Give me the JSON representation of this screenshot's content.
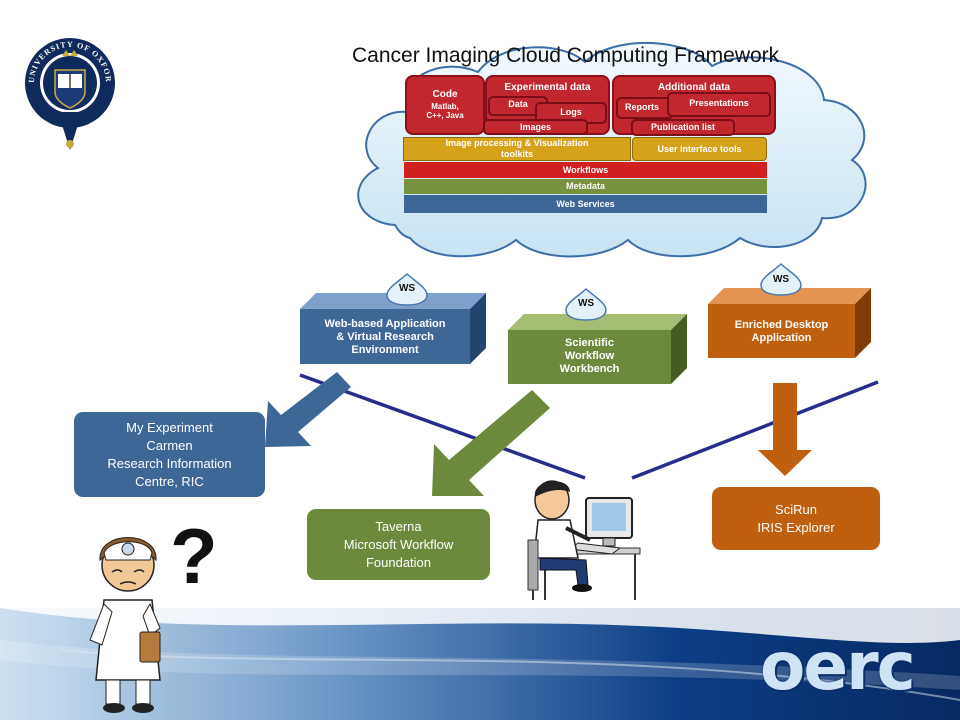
{
  "title": "Cancer Imaging Cloud Computing Framework",
  "cloud": {
    "code": {
      "title": "Code",
      "langs1": "Matlab,",
      "langs2": "C++, Java"
    },
    "experimental_data": {
      "title": "Experimental data",
      "data": "Data",
      "logs": "Logs",
      "images": "Images"
    },
    "additional_data": {
      "title": "Additional data",
      "reports": "Reports",
      "presentations": "Presentations",
      "publication_list": "Publication list"
    },
    "toolkits": {
      "line1": "Image processing & Visualization",
      "line2": "toolkits"
    },
    "ui_tools": "User interface tools",
    "workflows": "Workflows",
    "metadata": "Metadata",
    "web_services": "Web Services"
  },
  "ws_label": "WS",
  "cubes": {
    "web_app": {
      "line1": "Web-based Application",
      "line2": "& Virtual Research",
      "line3": "Environment"
    },
    "workbench": {
      "line1": "Scientific",
      "line2": "Workflow",
      "line3": "Workbench"
    },
    "desktop": {
      "line1": "Enriched Desktop",
      "line2": "Application"
    }
  },
  "results": {
    "my_experiment": {
      "line1": "My Experiment",
      "line2": "Carmen",
      "line3": "Research Information",
      "line4": "Centre, RIC"
    },
    "taverna": {
      "line1": "Taverna",
      "line2": "Microsoft Workflow",
      "line3": "Foundation"
    },
    "sciRun": {
      "line1": "SciRun",
      "line2": "IRIS Explorer"
    }
  },
  "question_mark": "?",
  "oerc_logo": "oerc",
  "oxford_seal_text": "UNIVERSITY OF OXFORD",
  "colors": {
    "red": "#c2272d",
    "blue_box": "#3d6797",
    "green_box": "#6d8a3c",
    "orange_box": "#c0600e",
    "web_services": "#3d6797",
    "metadata": "#76923c",
    "oxford_blue": "#0f2a5c"
  }
}
